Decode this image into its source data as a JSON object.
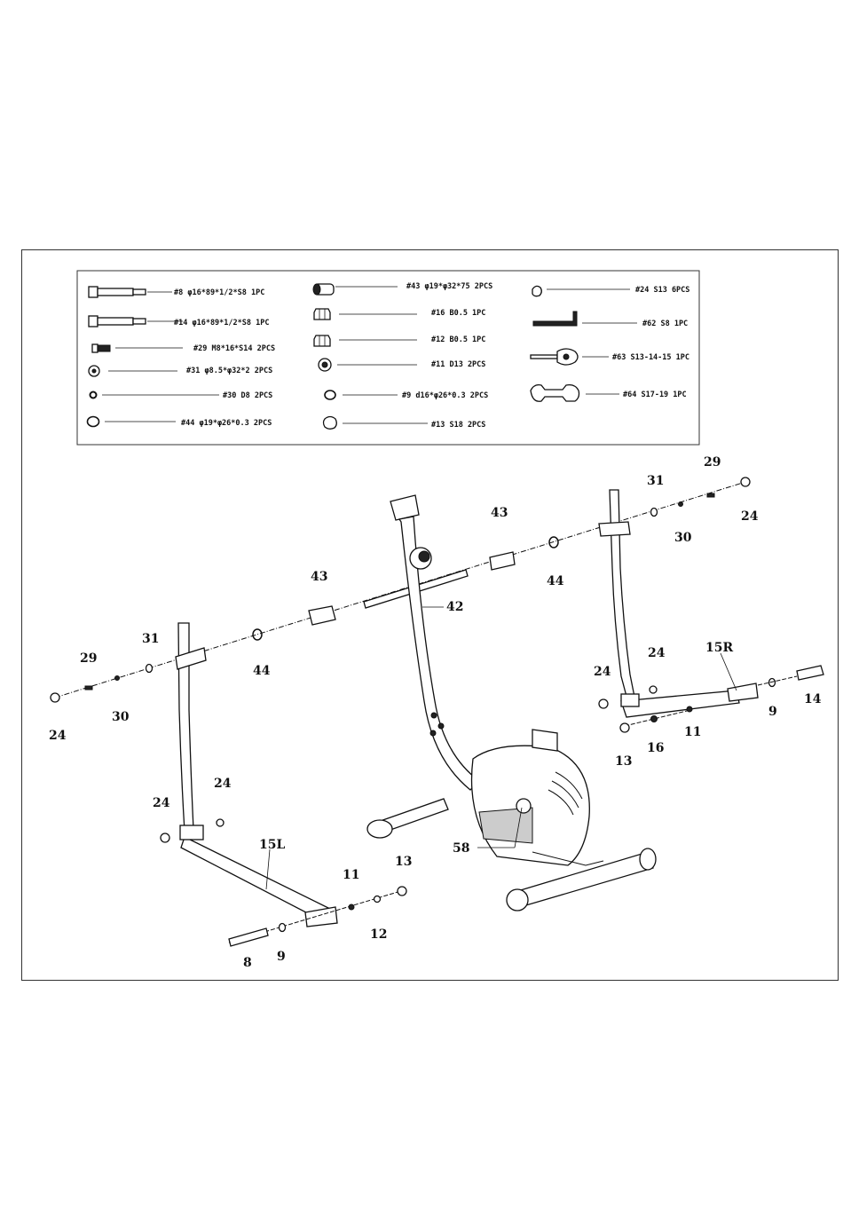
{
  "hardware_list": {
    "col1": [
      {
        "label": "#8 φ16*89*1/2*S8 1PC",
        "icon": "long-bolt-icon"
      },
      {
        "label": "#14 φ16*89*1/2*S8 1PC",
        "icon": "long-bolt-icon"
      },
      {
        "label": "#29 M8*16*S14 2PCS",
        "icon": "short-bolt-icon"
      },
      {
        "label": "#31 φ8.5*φ32*2 2PCS",
        "icon": "large-washer-icon"
      },
      {
        "label": "#30 D8 2PCS",
        "icon": "spring-washer-icon"
      },
      {
        "label": "#44 φ19*φ26*0.3 2PCS",
        "icon": "flat-washer-icon"
      }
    ],
    "col2": [
      {
        "label": "#43 φ19*φ32*75 2PCS",
        "icon": "bushing-icon"
      },
      {
        "label": "#16 B0.5 1PC",
        "icon": "nut-icon"
      },
      {
        "label": "#12 B0.5 1PC",
        "icon": "nut-icon"
      },
      {
        "label": "#11 D13 2PCS",
        "icon": "washer-icon"
      },
      {
        "label": "#9 d16*φ26*0.3 2PCS",
        "icon": "thin-washer-icon"
      },
      {
        "label": "#13 S18 2PCS",
        "icon": "end-cap-icon"
      }
    ],
    "col3": [
      {
        "label": "#24 S13 6PCS",
        "icon": "cap-icon"
      },
      {
        "label": "#62 S8 1PC",
        "icon": "allen-key-icon"
      },
      {
        "label": "#63 S13-14-15 1PC",
        "icon": "multi-wrench-icon"
      },
      {
        "label": "#64 S17-19 1PC",
        "icon": "double-wrench-icon"
      }
    ]
  },
  "callouts": {
    "c29_top": "29",
    "c31_top": "31",
    "c24_top": "24",
    "c30_top": "30",
    "c43_right": "43",
    "c44_right": "44",
    "c42": "42",
    "c43_left": "43",
    "c44_left": "44",
    "c31_left": "31",
    "c29_left": "29",
    "c30_left": "30",
    "c24_left": "24",
    "c15r": "15R",
    "c24_r1": "24",
    "c24_r2": "24",
    "c14": "14",
    "c9_r": "9",
    "c11_r": "11",
    "c16": "16",
    "c13_r": "13",
    "c24_l1": "24",
    "c24_l2": "24",
    "c15l": "15L",
    "c11_l": "11",
    "c13_l": "13",
    "c12": "12",
    "c8": "8",
    "c9_l": "9",
    "c58": "58"
  }
}
